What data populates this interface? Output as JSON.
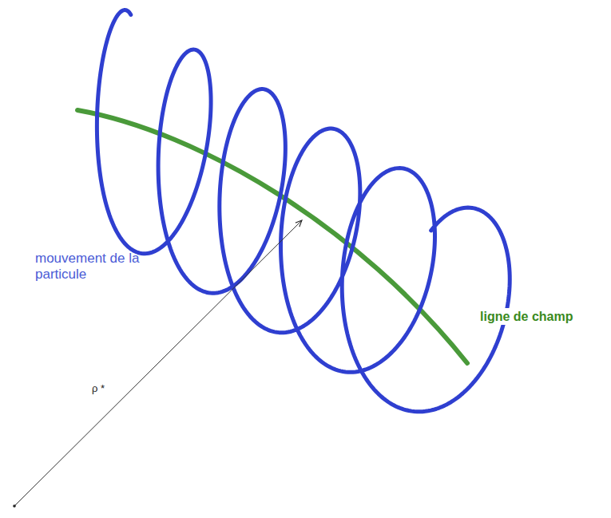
{
  "diagram": {
    "labels": [
      "mouvement de la particule",
      "ligne de champ",
      "ρ *"
    ]
  }
}
